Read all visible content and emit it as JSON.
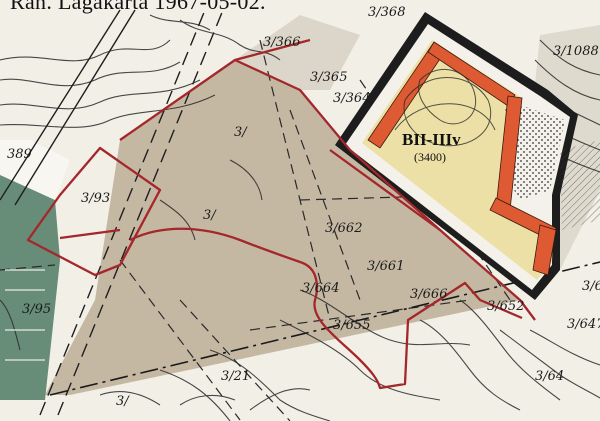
{
  "header": {
    "caption": "Ran. Lagakarta 1967-05-02."
  },
  "zone": {
    "code": "BII-IIIv",
    "area": "(3400)"
  },
  "parcels": {
    "p366": "3/366",
    "p368": "3/368",
    "p1088": "3/1088",
    "p365": "3/365",
    "p364": "3/364",
    "p3a": "3/",
    "p389": "389",
    "p393": "3/93",
    "p3b": "3/",
    "p662": "3/662",
    "p661": "3/661",
    "p664": "3/664",
    "p666": "3/666",
    "p655": "3/655",
    "p652": "3/652",
    "p647": "3/647",
    "p395": "3/95",
    "p321": "3/21",
    "p3c": "3/",
    "p36": "3/6",
    "p364b": "3/64"
  },
  "colors": {
    "boundary": "#a3272b",
    "zone_fill": "#ece0a6",
    "building": "#de5a32",
    "greenland": "#4f7a63",
    "brownland": "#b9ab93"
  }
}
